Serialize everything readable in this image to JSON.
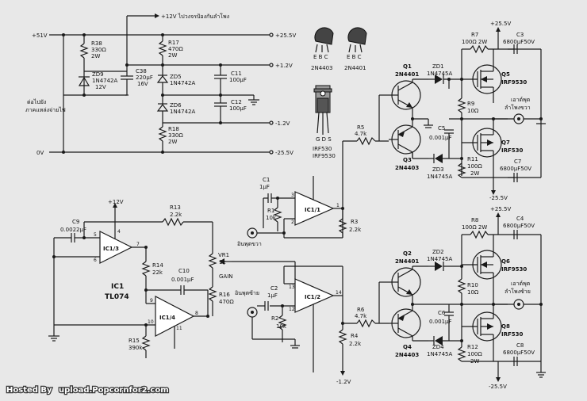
{
  "rails": {
    "plus51": "+51V",
    "zero": "0V",
    "plus25": "+25.5V",
    "plus12": "+1.2V",
    "minus12": "-1.2V",
    "minus25": "-25.5V",
    "note_top": "+12V ไปวงจรป้องกันลำโพง",
    "note_left_1": "ต่อไปยัง",
    "note_left_2": "ภาคแหล่งจ่ายไฟ"
  },
  "parts": {
    "r38": [
      "R38",
      "330Ω",
      "2W"
    ],
    "zd9": [
      "ZD9",
      "1N4742A",
      "12V"
    ],
    "c38": [
      "C38",
      "220μF",
      "16V"
    ],
    "r17": [
      "R17",
      "470Ω",
      "2W"
    ],
    "zd5": [
      "ZD5",
      "1N4742A"
    ],
    "zd6": [
      "ZD6",
      "1N4742A"
    ],
    "r18": [
      "R18",
      "330Ω",
      "2W"
    ],
    "c11": [
      "C11",
      "100μF"
    ],
    "c12": [
      "C12",
      "100μF"
    ],
    "c9": [
      "C9",
      "0.0022μF"
    ],
    "r13": [
      "R13",
      "2.2k"
    ],
    "r14": [
      "R14",
      "22k"
    ],
    "c10": [
      "C10",
      "0.001μF"
    ],
    "r15": [
      "R15",
      "390k"
    ],
    "vr1": [
      "VR1",
      "1k",
      "GAIN"
    ],
    "r16": [
      "R16",
      "470Ω"
    ],
    "c1": [
      "C1",
      "1μF"
    ],
    "r1": [
      "R1",
      "10k"
    ],
    "c2": [
      "C2",
      "1μF"
    ],
    "r2": [
      "R2",
      "10k"
    ],
    "r3": [
      "R3",
      "2.2k"
    ],
    "r4": [
      "R4",
      "2.2k"
    ],
    "r5": [
      "R5",
      "4.7k"
    ],
    "r6": [
      "R6",
      "4.7k"
    ],
    "q1": [
      "Q1",
      "2N4401"
    ],
    "q2": [
      "Q2",
      "2N4401"
    ],
    "q3": [
      "Q3",
      "2N4403"
    ],
    "q4": [
      "Q4",
      "2N4403"
    ],
    "zd1": [
      "ZD1",
      "1N4745A"
    ],
    "zd2": [
      "ZD2",
      "1N4745A"
    ],
    "zd3": [
      "ZD3",
      "1N4745A"
    ],
    "zd4": [
      "ZD4",
      "1N4745A"
    ],
    "c5": [
      "C5",
      "0.001μF"
    ],
    "c6": [
      "C6",
      "0.001μF"
    ],
    "r9": [
      "R9",
      "10Ω"
    ],
    "r10": [
      "R10",
      "10Ω"
    ],
    "r7": [
      "R7",
      "100Ω 2W"
    ],
    "r8": [
      "R8",
      "100Ω 2W"
    ],
    "r11": [
      "R11",
      "100Ω",
      "2W"
    ],
    "r12": [
      "R12",
      "100Ω",
      "2W"
    ],
    "c3": [
      "C3",
      "6800μF50V"
    ],
    "c4": [
      "C4",
      "6800μF50V"
    ],
    "c7": [
      "C7",
      "6800μF50V"
    ],
    "c8": [
      "C8",
      "6800μF50V"
    ],
    "q5": [
      "Q5",
      "IRF9530"
    ],
    "q6": [
      "Q6",
      "IRF9530"
    ],
    "q7": [
      "Q7",
      "IRF530"
    ],
    "q8": [
      "Q8",
      "IRF530"
    ]
  },
  "ics": {
    "ic1_3": "IC1/3",
    "ic1_4": "IC1/4",
    "ic1_1": "IC1/1",
    "ic1_2": "IC1/2",
    "ic_title": "IC1",
    "ic_part": "TL074"
  },
  "pins": {
    "p1": "1",
    "p2": "2",
    "p3": "3",
    "p4": "4",
    "p5": "5",
    "p6": "6",
    "p7": "7",
    "p8": "8",
    "p9": "9",
    "p10": "10",
    "p11": "11",
    "p12": "12",
    "p13": "13",
    "p14": "14"
  },
  "io": {
    "in_right": "อินพุตขวา",
    "in_left": "อินพุตซ้าย",
    "out_right_1": "เอาต์พุต",
    "out_right_2": "ลำโพงขวา",
    "out_left_1": "เอาต์พุต",
    "out_left_2": "ลำโพงซ้าย",
    "v12": "+12V"
  },
  "pinouts": {
    "ebc": "E B C",
    "t1": "2N4403",
    "t2": "2N4401",
    "gds": "G D S",
    "m1": "IRF530",
    "m2": "IRF9530"
  },
  "footer": {
    "hosted": "Hosted By",
    "site": "upload.Popcornfor2.com"
  }
}
